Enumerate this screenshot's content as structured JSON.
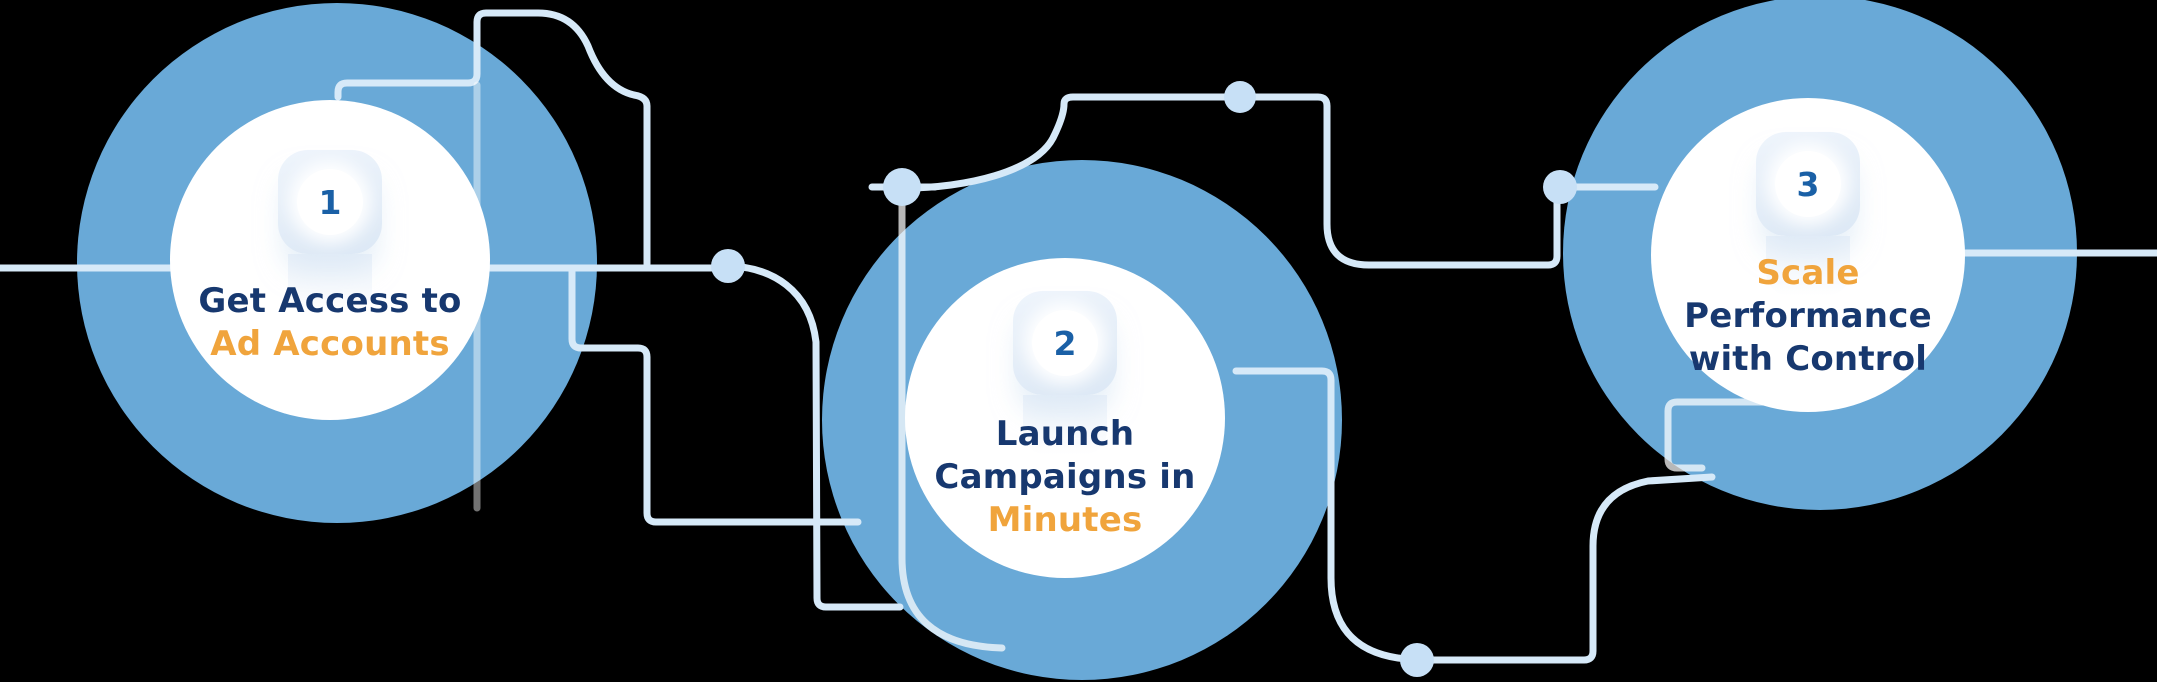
{
  "diagram_title": "Three-step process diagram",
  "steps": [
    {
      "number": "1",
      "title_lines": [
        {
          "text": "Get Access to",
          "color": "navy"
        },
        {
          "text": "Ad Accounts",
          "color": "orange"
        }
      ]
    },
    {
      "number": "2",
      "title_lines": [
        {
          "text": "Launch",
          "color": "navy"
        },
        {
          "text": "Campaigns in",
          "color": "navy"
        },
        {
          "text": "Minutes",
          "color": "orange"
        }
      ]
    },
    {
      "number": "3",
      "title_lines": [
        {
          "text": "Scale",
          "color": "orange"
        },
        {
          "text": "Performance",
          "color": "navy"
        },
        {
          "text": "with Control",
          "color": "navy"
        }
      ]
    }
  ],
  "decor": {
    "circuit_nodes": 5,
    "style": "circuit-board traces connecting the three circles"
  },
  "colors": {
    "background": "#000000",
    "circle_blue": "#69a9d7",
    "inner_circle": "#ffffff",
    "trace_light_blue": "#d6e9f8",
    "node_dot": "#c7e0f6",
    "title_navy": "#17386f",
    "title_orange": "#f0a43c",
    "number_blue": "#1a60a6",
    "badge_gradient_start": "#eff5fc",
    "badge_gradient_end": "#dce8f5"
  }
}
